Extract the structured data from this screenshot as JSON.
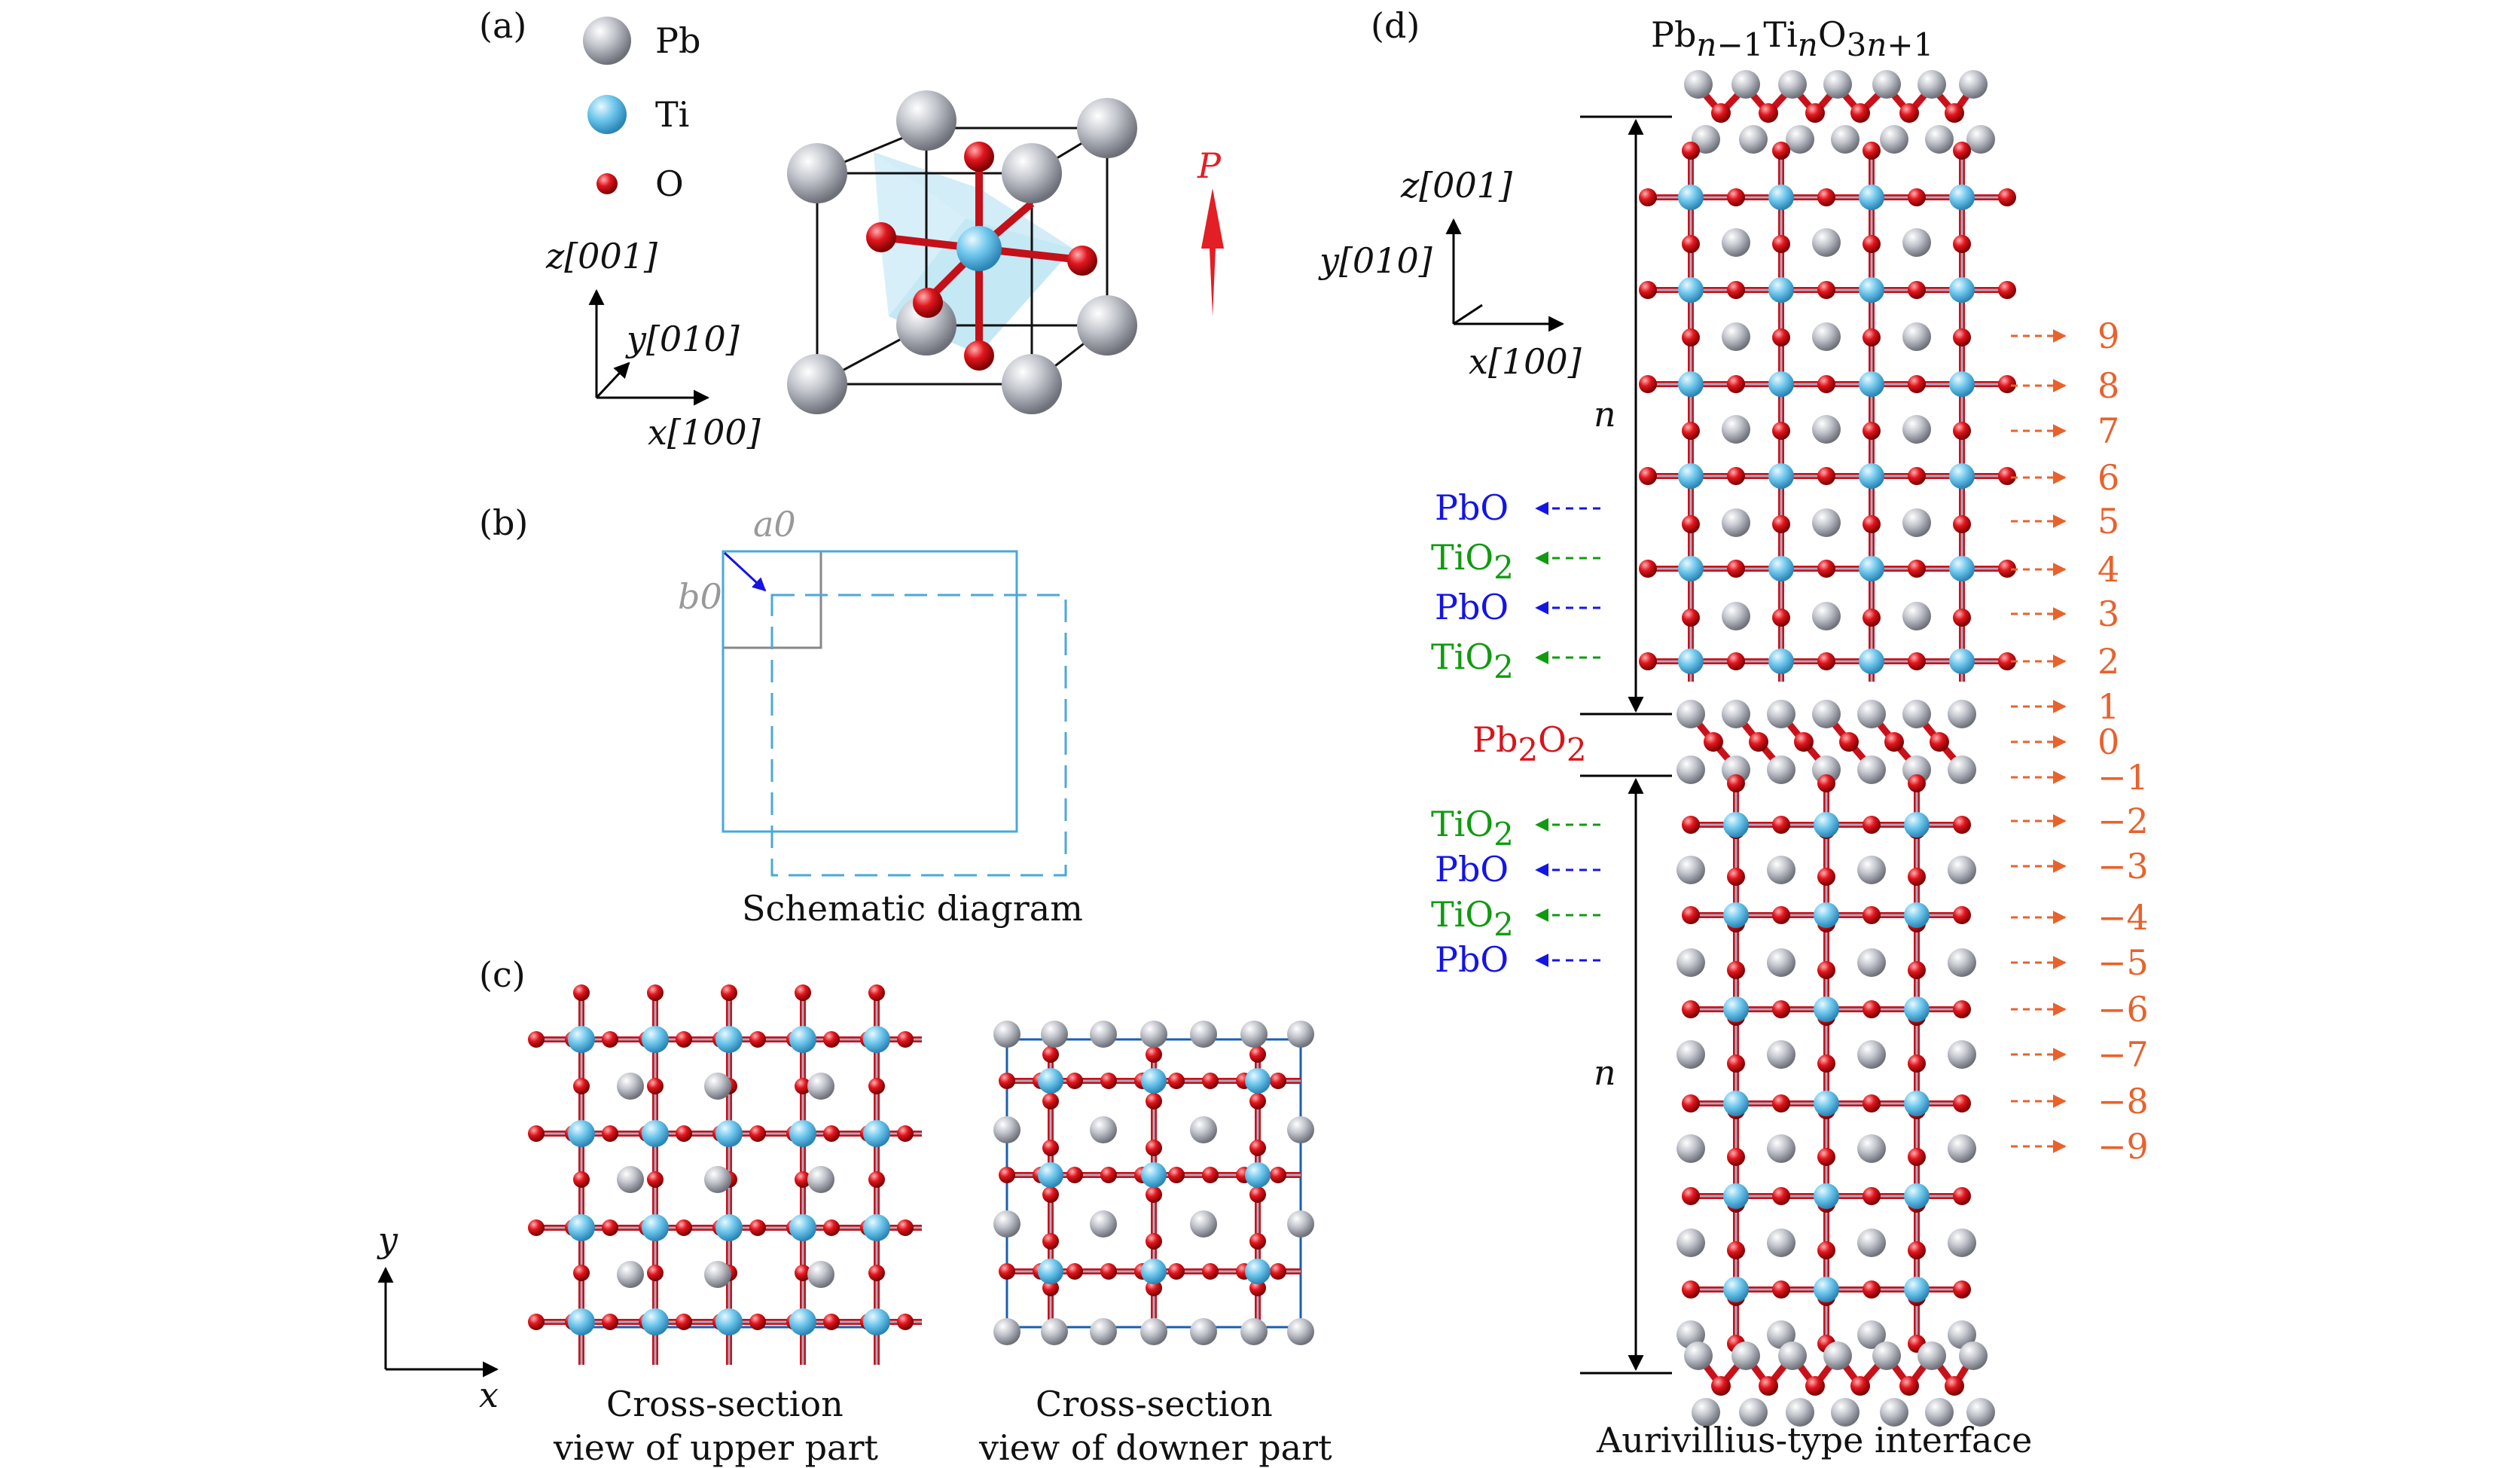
{
  "panels": {
    "a": {
      "label": "(a)",
      "legend": [
        {
          "element": "Pb",
          "color": "#b9bcc4"
        },
        {
          "element": "Ti",
          "color": "#6cc6ec"
        },
        {
          "element": "O",
          "color": "#d8141c"
        }
      ],
      "axes": {
        "z": "z[001]",
        "y": "y[010]",
        "x": "x[100]"
      },
      "polarization": "P"
    },
    "b": {
      "label": "(b)",
      "a0": "a0",
      "b0": "b0",
      "caption": "Schematic diagram"
    },
    "c": {
      "label": "(c)",
      "axes": {
        "y": "y",
        "x": "x"
      },
      "caption_upper_1": "Cross-section",
      "caption_upper_2": "view of upper part",
      "caption_lower_1": "Cross-section",
      "caption_lower_2": "view of downer part"
    },
    "d": {
      "label": "(d)",
      "formula": "Pbn−1TinO3n+1",
      "axes": {
        "z": "z[001]",
        "y": "y[010]",
        "x": "x[100]"
      },
      "n_label": "n",
      "interface_layer": "Pb2O2",
      "upper_layers": [
        "PbO",
        "TiO2",
        "PbO",
        "TiO2"
      ],
      "lower_layers": [
        "TiO2",
        "PbO",
        "TiO2",
        "PbO"
      ],
      "layer_indices": [
        "9",
        "8",
        "7",
        "6",
        "5",
        "4",
        "3",
        "2",
        "1",
        "0",
        "−1",
        "−2",
        "−3",
        "−4",
        "−5",
        "−6",
        "−7",
        "−8",
        "−9"
      ],
      "caption": "Aurivillius-type interface"
    }
  },
  "colors": {
    "PbO": "#1414e6",
    "TiO2": "#109a10",
    "Pb2O2": "#d8141c",
    "index": "#e8622c",
    "polar": "#e31e24"
  }
}
